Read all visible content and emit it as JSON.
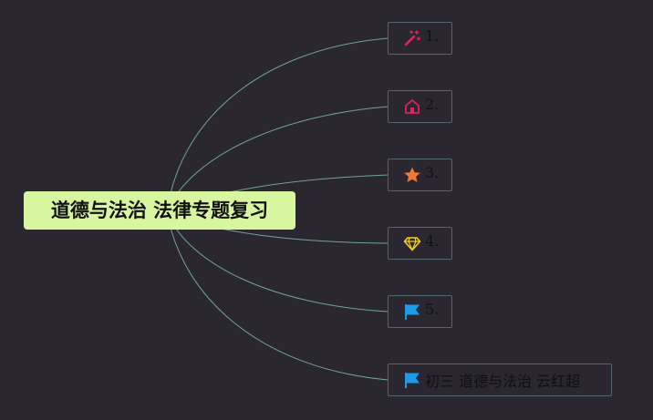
{
  "root": {
    "title": "道德与法治 法律专题复习"
  },
  "branches": [
    {
      "label": "1.",
      "icon": "magic-wand-icon",
      "icon_color": "#e0245e"
    },
    {
      "label": "2.",
      "icon": "home-icon",
      "icon_color": "#e0245e"
    },
    {
      "label": "3.",
      "icon": "star-icon",
      "icon_color": "#f07832"
    },
    {
      "label": "4.",
      "icon": "diamond-icon",
      "icon_color": "#f2d21f"
    },
    {
      "label": "5.",
      "icon": "flag-icon",
      "icon_color": "#1e9be6"
    },
    {
      "label": "初三 道德与法治 云红超",
      "icon": "flag-icon",
      "icon_color": "#1e9be6"
    }
  ],
  "colors": {
    "background": "#2a2730",
    "root_fill": "#d8f5a0",
    "link": "#6fa3a0",
    "node_border": "#4f6770"
  }
}
